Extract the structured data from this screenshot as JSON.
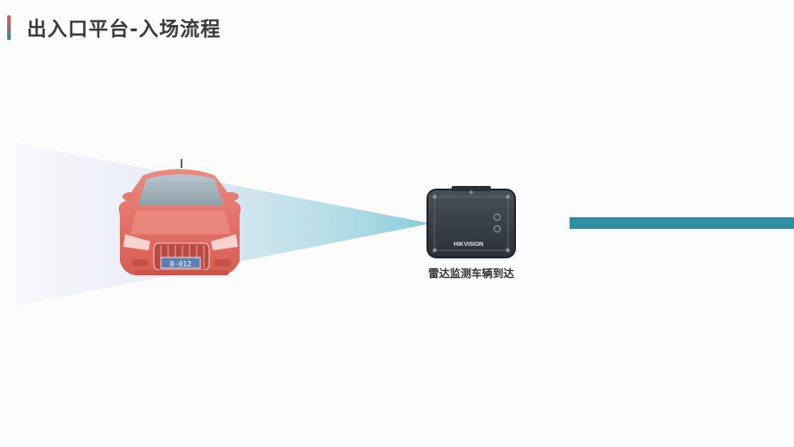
{
  "slide": {
    "title": "出入口平台-入场流程"
  },
  "radar": {
    "caption": "雷达监测车辆到达",
    "brand": "HIKVISION"
  },
  "car": {
    "plate": "0·012"
  },
  "colors": {
    "accent_red": "#e8584f",
    "accent_teal": "#2e8fa2",
    "car_red": "#e0675e",
    "beam": "#8fd0dc"
  }
}
